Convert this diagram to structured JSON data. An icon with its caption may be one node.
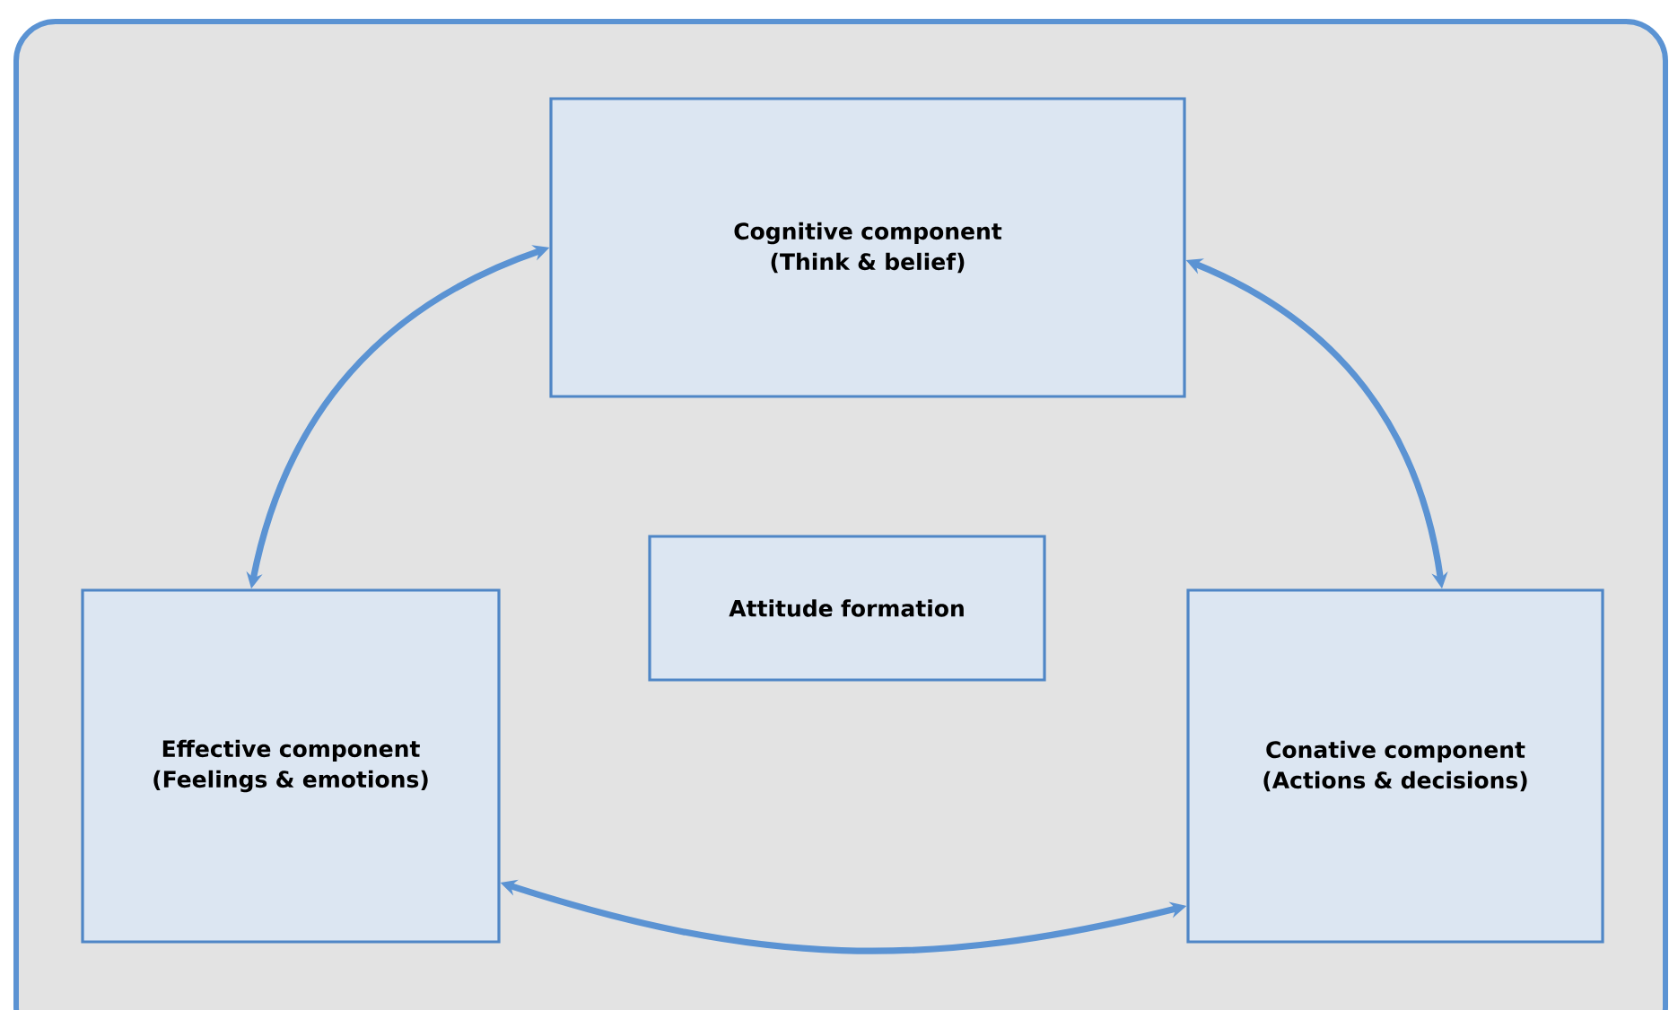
{
  "diagram": {
    "nodes": [
      {
        "text": [
          "Cognitive component (Think & belief)"
        ]
      },
      {
        "text": [
          "Attitude formation"
        ]
      },
      {
        "text": [
          "Effective component (Feelings & emotions)"
        ]
      },
      {
        "text": [
          "Conative component (Actions & decisions)"
        ]
      }
    ],
    "edges": [
      {
        "from": 0,
        "to": 2,
        "arrow": "both"
      },
      {
        "from": 0,
        "to": 3,
        "arrow": "both"
      },
      {
        "from": 2,
        "to": 3,
        "arrow": "both"
      }
    ]
  }
}
